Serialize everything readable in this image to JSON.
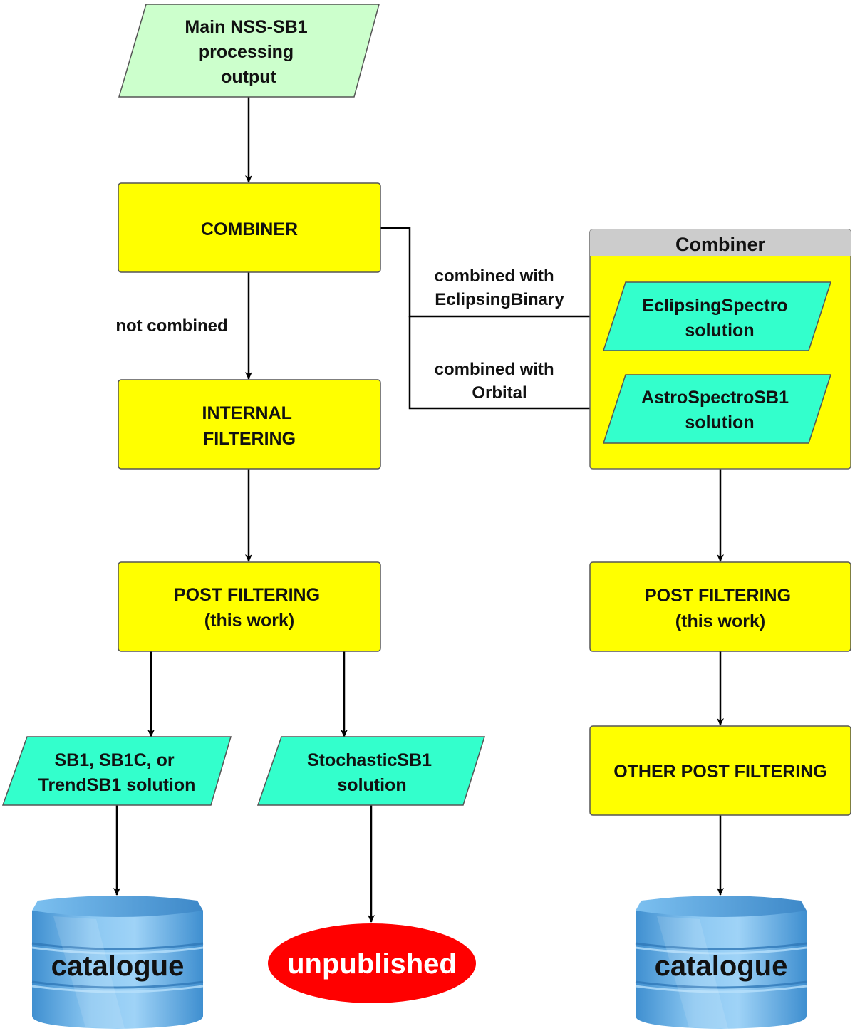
{
  "colors": {
    "input": "#ccffcc",
    "process": "#ffff00",
    "output": "#33ffcc",
    "group_header": "#cccccc",
    "terminal_unpublished": "#ff0000",
    "database": "#5aa7e0",
    "edge": "#000000"
  },
  "nodes": {
    "main_output": {
      "lines": [
        "Main NSS-SB1",
        "processing",
        "output"
      ],
      "shape": "parallelogram"
    },
    "combiner": {
      "lines": [
        "COMBINER"
      ],
      "shape": "rectangle"
    },
    "internal_filtering": {
      "lines": [
        "INTERNAL",
        "FILTERING"
      ],
      "shape": "rectangle"
    },
    "post_filtering_left": {
      "lines": [
        "POST FILTERING",
        "(this work)"
      ],
      "shape": "rectangle"
    },
    "sb1_solution": {
      "lines": [
        "SB1, SB1C, or",
        "TrendSB1 solution"
      ],
      "shape": "parallelogram"
    },
    "stochastic_solution": {
      "lines": [
        "StochasticSB1",
        "solution"
      ],
      "shape": "parallelogram"
    },
    "catalogue_left": {
      "label": "catalogue",
      "shape": "database"
    },
    "unpublished": {
      "label": "unpublished",
      "shape": "ellipse"
    },
    "combiner_group": {
      "title": "Combiner"
    },
    "eclipsing_spectro": {
      "lines": [
        "EclipsingSpectro",
        "solution"
      ],
      "shape": "parallelogram"
    },
    "astro_spectro": {
      "lines": [
        "AstroSpectroSB1",
        "solution"
      ],
      "shape": "parallelogram"
    },
    "post_filtering_right": {
      "lines": [
        "POST FILTERING",
        "(this work)"
      ],
      "shape": "rectangle"
    },
    "other_post_filtering": {
      "lines": [
        "OTHER POST FILTERING"
      ],
      "shape": "rectangle"
    },
    "catalogue_right": {
      "label": "catalogue",
      "shape": "database"
    }
  },
  "edges": {
    "not_combined": {
      "lines": [
        "not combined"
      ]
    },
    "combined_eb": {
      "lines": [
        "combined with",
        "EclipsingBinary"
      ]
    },
    "combined_orbital": {
      "lines": [
        "combined with",
        "Orbital"
      ]
    }
  }
}
